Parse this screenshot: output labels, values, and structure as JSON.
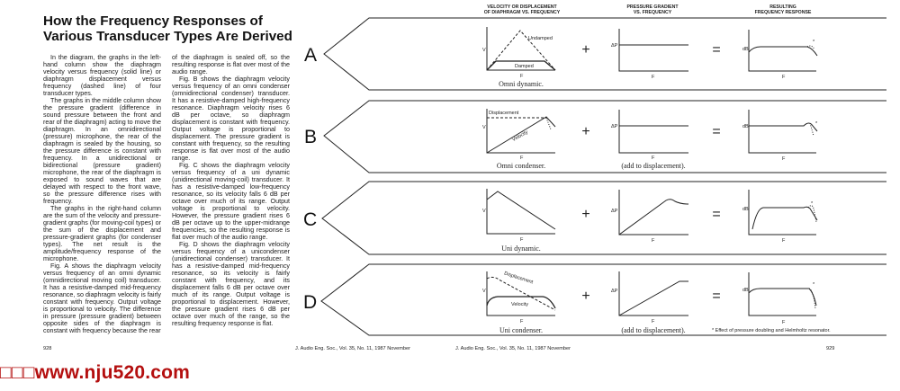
{
  "article": {
    "title": "How the Frequency Responses of Various Transducer Types Are Derived",
    "column1": [
      "In the diagram, the graphs in the left-hand column show the diaphragm velocity versus frequency (solid line) or diaphragm displacement versus frequency (dashed line) of four transducer types.",
      "The graphs in the middle column show the pressure gradient (difference in sound pressure between the front and rear of the diaphragm) acting to move the diaphragm. In an omnidirectional (pressure) microphone, the rear of the diaphragm is sealed by the housing, so the pressure difference is constant with frequency. In a unidirectional or bidirectional (pressure gradient) microphone, the rear of the diaphragm is exposed to sound waves that are delayed with respect to the front wave, so the pressure difference rises with frequency.",
      "The graphs in the right-hand column are the sum of the velocity and pressure-gradient graphs (for moving-coil types) or the sum of the displacement and pressure-gradient graphs (for condenser types). The net result is the amplitude/frequency response of the microphone.",
      "Fig. A shows the diaphragm velocity versus frequency of an omni dynamic (omnidirectional moving coil) transducer. It has a resistive-damped mid-frequency resonance, so diaphragm velocity is fairly constant with frequency. Output voltage is proportional to velocity. The difference in pressure (pressure gradient) between opposite sides of the diaphragm is constant with frequency because the rear"
    ],
    "column2": [
      "of the diaphragm is sealed off, so the resulting response is flat over most of the audio range.",
      "Fig. B shows the diaphragm velocity versus frequency of an omni condenser (omnidirectional condenser) transducer. It has a resistive-damped high-frequency resonance. Diaphragm velocity rises 6 dB per octave, so diaphragm displacement is constant with frequency. Output voltage is proportional to displacement. The pressure gradient is constant with frequency, so the resulting response is flat over most of the audio range.",
      "Fig. C shows the diaphragm velocity versus frequency of a uni dynamic (unidirectional moving-coil) transducer. It has a resistive-damped low-frequency resonance, so its velocity falls 6 dB per octave over much of its range. Output voltage is proportional to velocity. However, the pressure gradient rises 6 dB per octave up to the upper-midrange frequencies, so the resulting response is flat over much of the audio range.",
      "Fig. D shows the diaphragm velocity versus frequency of a unicondenser (unidirectional condenser) transducer. It has a resistive-damped mid-frequency resonance, so its velocity is fairly constant with frequency, and its displacement falls 6 dB per octave over much of its range. Output voltage is proportional to displacement. However, the pressure gradient rises 6 dB per octave over much of the range, so the resulting frequency response is flat."
    ]
  },
  "diagram": {
    "headers": {
      "left": [
        "VELOCITY OR DISPLACEMENT",
        "OF DIAPHRAGM VS. FREQUENCY"
      ],
      "middle": [
        "PRESSURE GRADIENT",
        "VS. FREQUENCY"
      ],
      "right": [
        "RESULTING",
        "FREQUENCY RESPONSE"
      ]
    },
    "operators": {
      "plus": "+",
      "equals": "="
    },
    "axis": {
      "v": "V",
      "f": "F",
      "dp": "ΔP",
      "db": "dB",
      "star": "*"
    },
    "rows": [
      {
        "letter": "A",
        "caption_left": "Omni dynamic.",
        "caption_middle": "",
        "labels": [
          "Undamped",
          "Damped"
        ]
      },
      {
        "letter": "B",
        "caption_left": "Omni condenser.",
        "caption_middle": "(add to displacement).",
        "labels": [
          "Displacement",
          "Velocity"
        ]
      },
      {
        "letter": "C",
        "caption_left": "Uni dynamic.",
        "caption_middle": "",
        "labels": []
      },
      {
        "letter": "D",
        "caption_left": "Uni condenser.",
        "caption_middle": "(add to displacement).",
        "labels": [
          "Displacement",
          "Velocity"
        ]
      }
    ],
    "footnote": "* Effect of pressure doubling and Helmholtz resonator."
  },
  "footer": {
    "left_page": "928",
    "left_journal": "J. Audio Eng. Soc., Vol. 35, No. 11, 1987 November",
    "right_journal": "J. Audio Eng. Soc., Vol. 35, No. 11, 1987 November",
    "right_page": "929"
  },
  "watermark": "□□□www.nju520.com"
}
